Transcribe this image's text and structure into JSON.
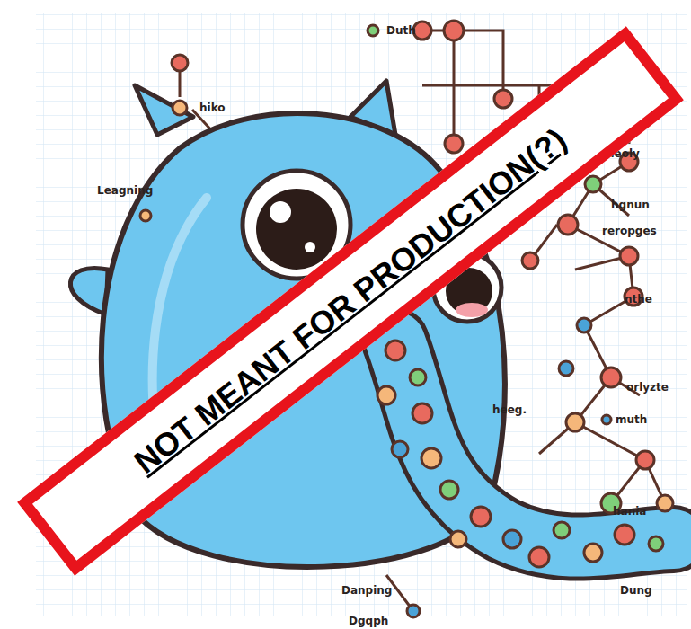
{
  "diagram": {
    "nodes": [
      {
        "text": [
          "NOT MEANT FOR PRODUCTION(?)"
        ]
      }
    ],
    "labels": [
      "Duth",
      "hiko",
      "Leagning",
      "heoly",
      "hgnun",
      "reropges",
      "nthe",
      "orlyzte",
      "heeg.",
      "muth",
      "hania",
      "Danping",
      "Dung",
      "Dgqph"
    ]
  }
}
